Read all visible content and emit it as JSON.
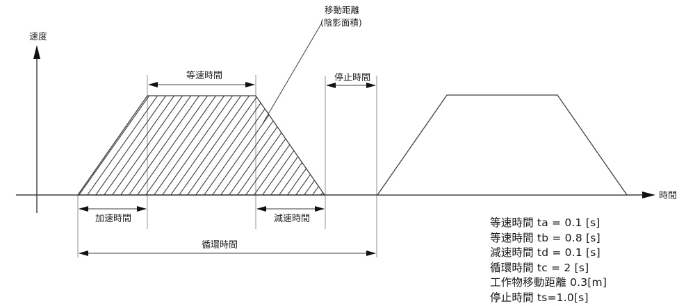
{
  "diagram": {
    "y_axis_label": "速度",
    "x_axis_label": "時間",
    "annotation": {
      "line1": "移動距離",
      "line2": "(陰影面積)"
    },
    "dimensions": {
      "constant_speed": "等速時間",
      "stop": "停止時間",
      "accel": "加速時間",
      "decel": "減速時間",
      "cycle": "循環時間"
    },
    "notes": [
      "等速時間 ta = 0.1 [s]",
      "等速時間 tb = 0.8 [s]",
      "減速時間 td = 0.1 [s]",
      "循環時間 tc = 2 [s]",
      "工作物移動距離 0.3[m]",
      "停止時間 ts=1.0[s]"
    ],
    "colors": {
      "line": "#3d3d3d",
      "extension_line": "#9a9a9a",
      "text": "#1f1f1f",
      "background": "#ffffff"
    }
  }
}
